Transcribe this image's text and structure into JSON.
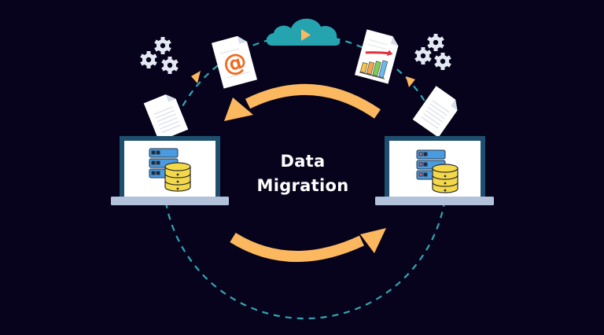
{
  "title": {
    "line1": "Data",
    "line2": "Migration"
  },
  "colors": {
    "background": "#07031c",
    "dashed_circle": "#2fa7b3",
    "arrow": "#fbb85f",
    "cloud": "#25a4b0",
    "laptop_frame": "#1e4f6e",
    "laptop_screen": "#ffffff",
    "laptop_base": "#b3c2db",
    "gear": "#e4e8f2",
    "database": "#f3d94a",
    "server": "#4b9be0",
    "email_symbol": "#f06a1e"
  },
  "elements": {
    "source_system": "laptop-with-server-and-database",
    "target_system": "laptop-with-server-and-database",
    "cloud": "cloud-with-play-icon",
    "documents": [
      "email-document",
      "chart-document",
      "text-document-left",
      "text-document-right"
    ],
    "gears": [
      "gears-left",
      "gears-right"
    ],
    "arrows": [
      "arrow-top-right-to-left",
      "arrow-bottom-left-to-right"
    ]
  }
}
